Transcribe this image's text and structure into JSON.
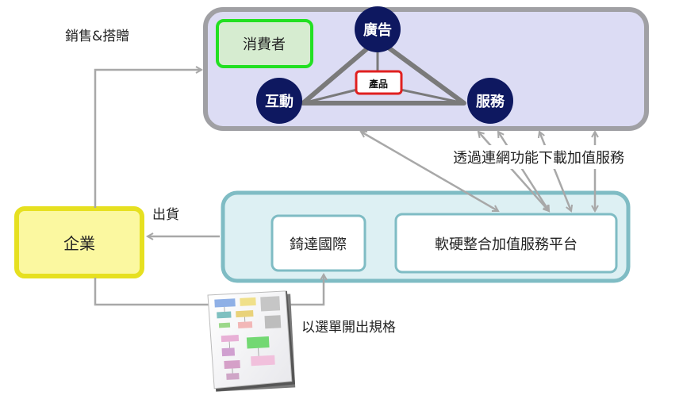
{
  "labels": {
    "sales_promo": "銷售&搭贈",
    "consumer": "消費者",
    "advertising": "廣告",
    "interaction": "互動",
    "service": "服務",
    "product": "產品",
    "download_via_network": "透過連網功能下載加值服務",
    "shipping": "出貨",
    "enterprise": "企業",
    "qida": "錡達國際",
    "platform": "軟硬整合加值服務平台",
    "spec_by_menu": "以選單開出規格"
  },
  "colors": {
    "top_panel_fill": "#dcdcf4",
    "top_panel_border": "#a0a0a4",
    "bottom_panel_fill": "#ddf0f3",
    "bottom_panel_border": "#7fbcc4",
    "enterprise_fill": "#fbf8a0",
    "enterprise_border": "#e6e020",
    "consumer_fill": "#d6ecd0",
    "consumer_border": "#22e022",
    "node_fill": "#0e1860",
    "product_border": "#e02020",
    "triangle": "#7a7a7a",
    "arrow": "#a8a8a8"
  }
}
